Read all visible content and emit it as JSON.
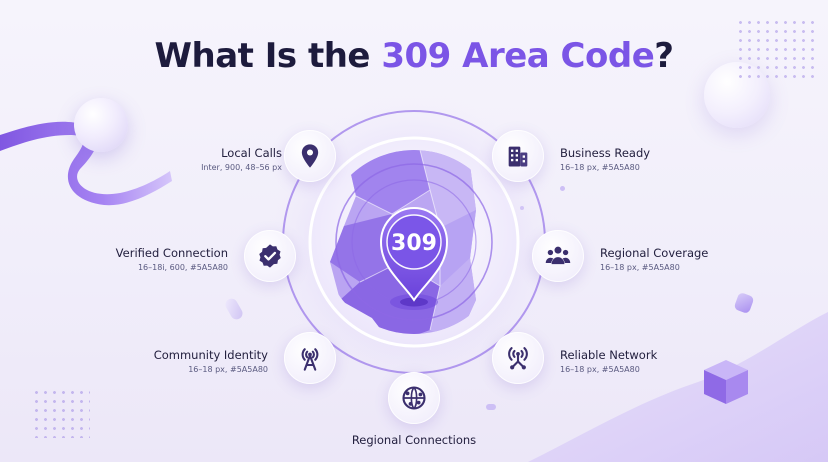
{
  "title": {
    "prefix": "What Is the ",
    "accent": "309 Area Code",
    "suffix": "?"
  },
  "badge": {
    "text": "309"
  },
  "colors": {
    "accent": "#7B55E6",
    "title": "#1D1B3D",
    "subtext": "#5A5A80",
    "ring": "#9B7BEA"
  },
  "features": {
    "local_calls": {
      "title": "Local Calls",
      "sub": "Inter, 900, 48–56 px",
      "icon": "location-pin-icon"
    },
    "business_ready": {
      "title": "Business Ready",
      "sub": "16–18 px, #5A5A80",
      "icon": "office-building-icon"
    },
    "verified_connection": {
      "title": "Verified Connection",
      "sub": "16–18i, 600, #5A5A80",
      "icon": "verified-badge-icon"
    },
    "regional_coverage": {
      "title": "Regional Coverage",
      "sub": "16–18 px, #5A5A80",
      "icon": "people-group-icon"
    },
    "community_identity": {
      "title": "Community Identity",
      "sub": "16–18 px, #5A5A80",
      "icon": "radio-tower-icon"
    },
    "reliable_network": {
      "title": "Reliable Network",
      "sub": "16–18 px, #5A5A80",
      "icon": "network-signal-icon"
    },
    "regional_connections": {
      "title": "Regional Connections",
      "icon": "globe-network-icon"
    }
  }
}
